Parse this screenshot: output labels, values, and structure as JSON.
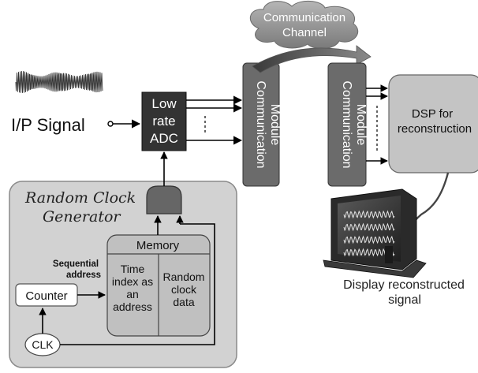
{
  "input": {
    "label": "I/P Signal"
  },
  "adc": {
    "line1": "Low",
    "line2": "rate",
    "line3": "ADC"
  },
  "channel": {
    "line1": "Communication",
    "line2": "Channel"
  },
  "tx_module": {
    "line1": "Communication",
    "line2": "Module"
  },
  "rx_module": {
    "line1": "Communication",
    "line2": "Module"
  },
  "dsp": {
    "line1": "DSP for",
    "line2": "reconstruction"
  },
  "display": {
    "line1": "Display reconstructed",
    "line2": "signal"
  },
  "random_clock_generator": {
    "title_line1": "Random Clock",
    "title_line2": "Generator",
    "memory": {
      "title": "Memory",
      "left_col": [
        "Time",
        "index as",
        "an",
        "address"
      ],
      "right_col": [
        "Random",
        "clock",
        "data"
      ]
    },
    "sequential_address": {
      "line1": "Sequential",
      "line2": "address"
    },
    "counter": {
      "label": "Counter"
    },
    "clk": {
      "label": "CLK"
    }
  },
  "colors": {
    "adc_fill": "#333333",
    "module_fill": "#6b6b6b",
    "dsp_fill": "#c4c4c4",
    "generator_fill": "#d2d2d2",
    "memory_fill": "#c0c0c0",
    "gate_fill": "#666666",
    "cloud_fill": "#999999"
  }
}
